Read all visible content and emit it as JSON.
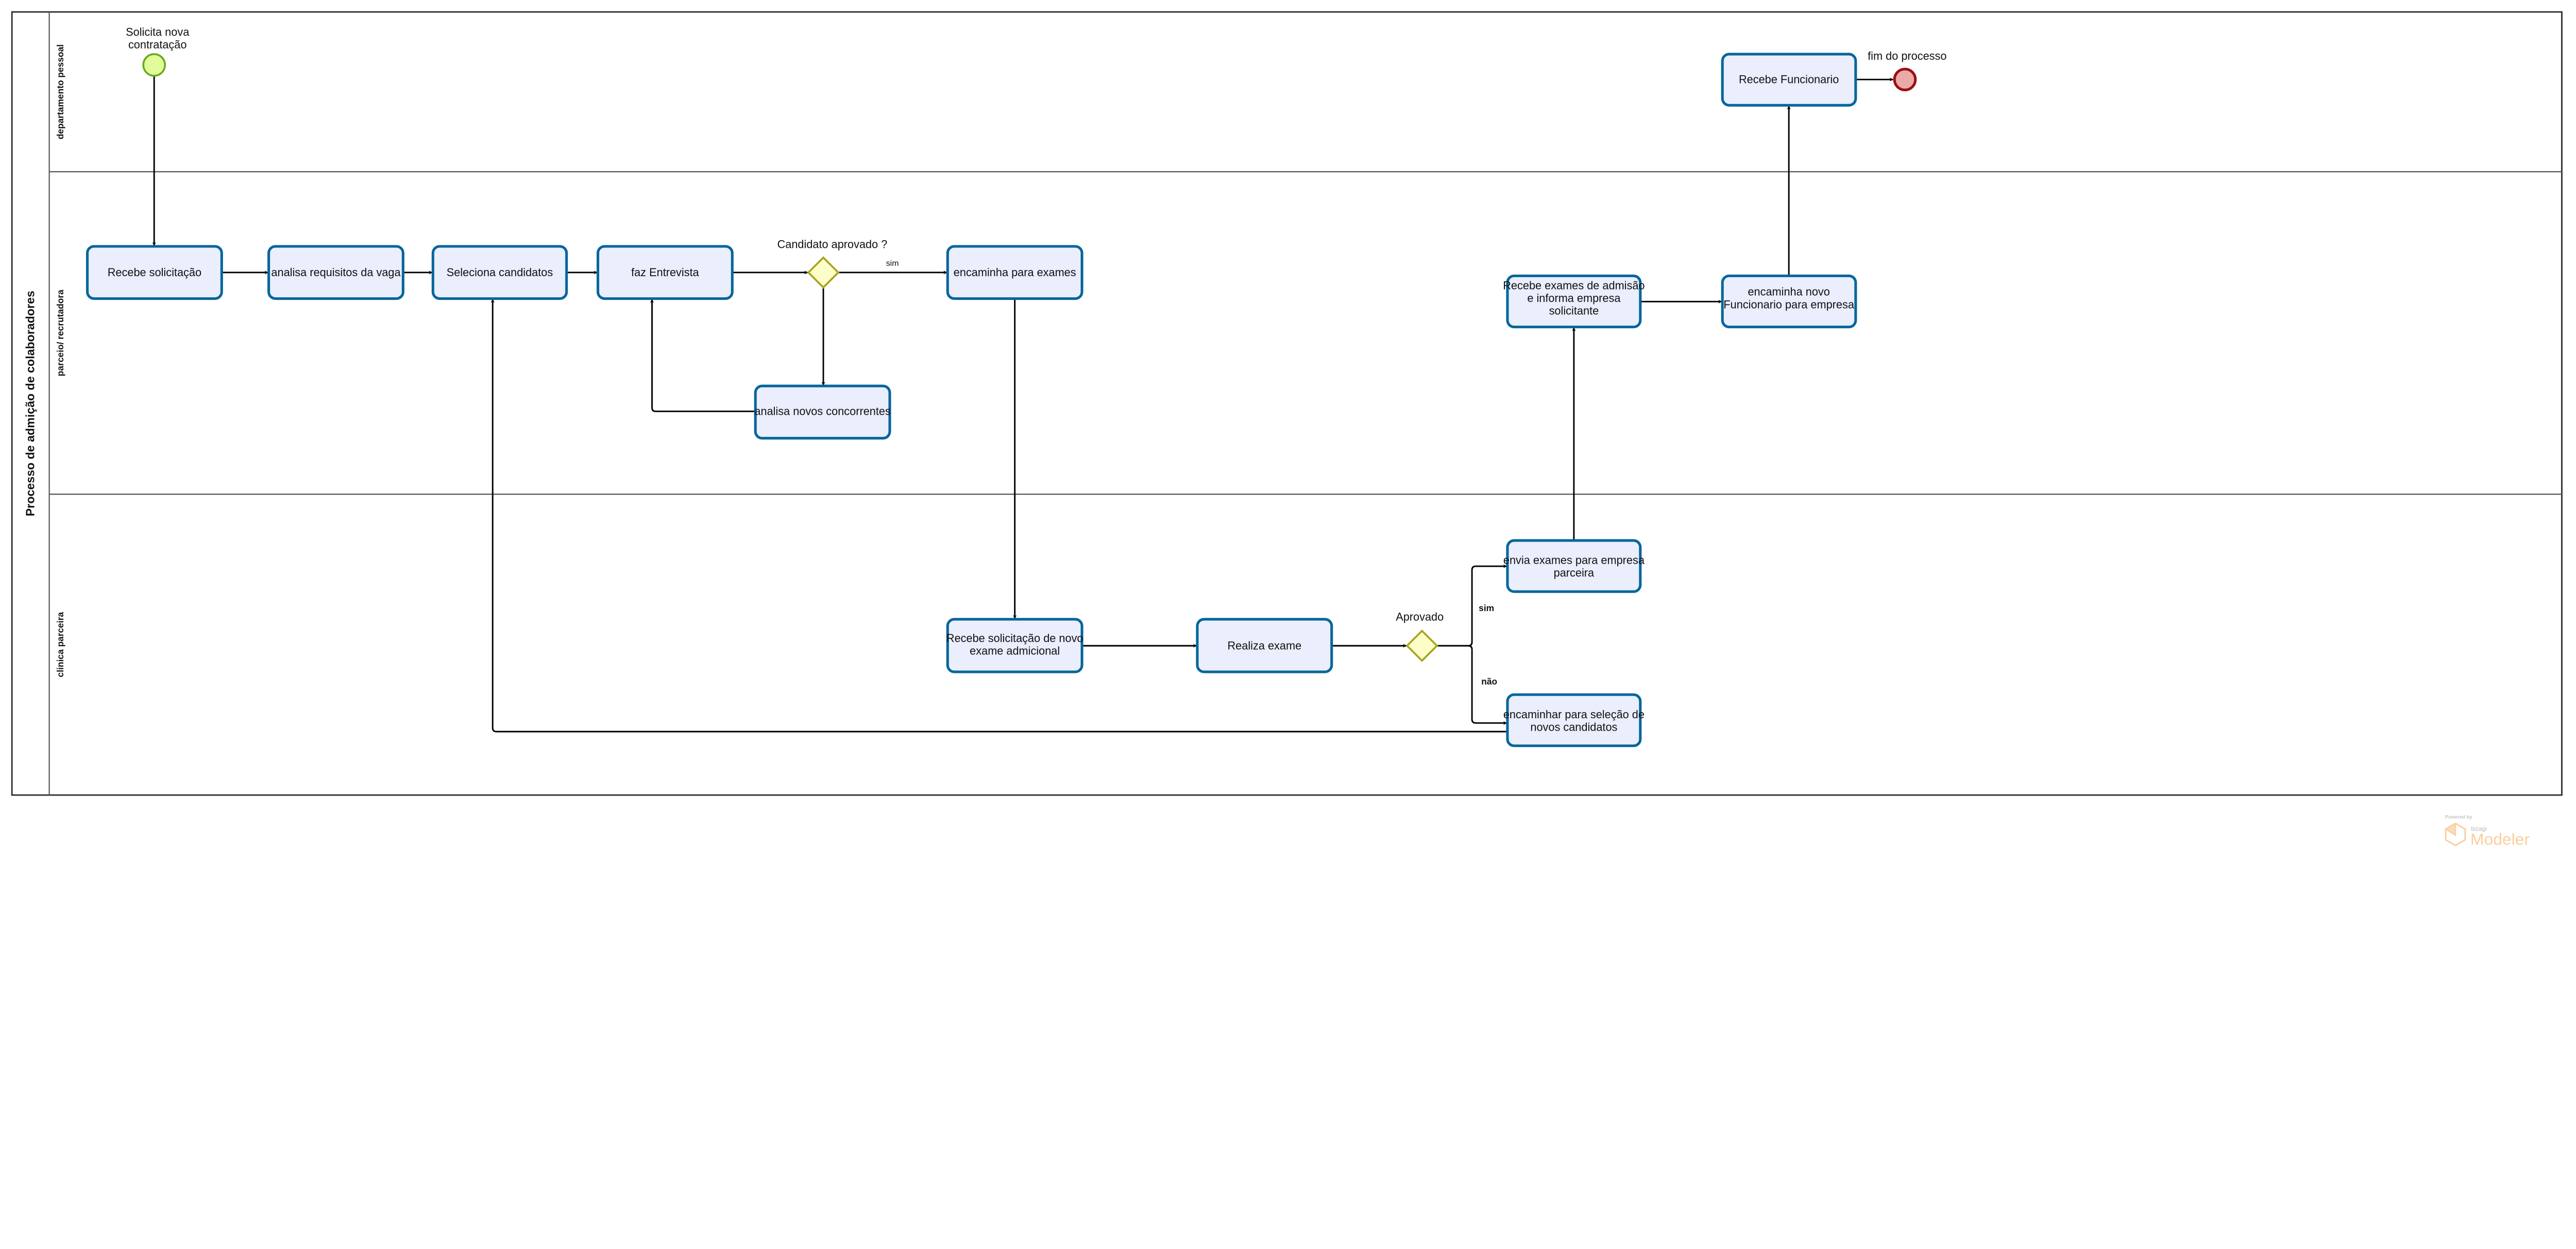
{
  "pool": {
    "title": "Processo de admição de colaboradores"
  },
  "lanes": [
    {
      "title": "departamento pessoal"
    },
    {
      "title": "parceio/ recrutadora"
    },
    {
      "title": "clinica parceira"
    }
  ],
  "events": {
    "start": {
      "label_lines": [
        "Solicita nova",
        "contratação"
      ],
      "fill": "#e2fc99",
      "stroke": "#6aaa1e"
    },
    "end": {
      "label": "fim do processo",
      "fill": "#eba9a9",
      "stroke": "#9b0f0f"
    }
  },
  "gateways": [
    {
      "label": "Candidato aprovado ?",
      "flow_label": "sim"
    },
    {
      "label": "Aprovado",
      "yes_label": "sim",
      "no_label": "não"
    }
  ],
  "tasks": [
    {
      "lines": [
        "Recebe solicitação"
      ]
    },
    {
      "lines": [
        "analisa requisitos da vaga"
      ]
    },
    {
      "lines": [
        "Seleciona candidatos"
      ]
    },
    {
      "lines": [
        "faz Entrevista"
      ]
    },
    {
      "lines": [
        "encaminha para exames"
      ]
    },
    {
      "lines": [
        "analisa novos concorrentes"
      ]
    },
    {
      "lines": [
        "Recebe exames de admisão",
        "e informa empresa",
        "solicitante"
      ]
    },
    {
      "lines": [
        "encaminha novo",
        "Funcionario para empresa"
      ]
    },
    {
      "lines": [
        "Recebe Funcionario"
      ]
    },
    {
      "lines": [
        "Recebe solicitação de novo",
        "exame admicional"
      ]
    },
    {
      "lines": [
        "Realiza exame"
      ]
    },
    {
      "lines": [
        "envia exames para empresa",
        "parceira"
      ]
    },
    {
      "lines": [
        "encaminhar para seleção de",
        "novos candidatos"
      ]
    }
  ],
  "watermark": {
    "powered_by": "Powered by",
    "brand": "bizagi",
    "product": "Modeler",
    "color": "#f9cf9d"
  },
  "colors": {
    "task_fill": "#eaeefd",
    "task_stroke": "#05669b",
    "gateway_fill": "#fdfdc9",
    "gateway_stroke": "#a5a51e"
  }
}
